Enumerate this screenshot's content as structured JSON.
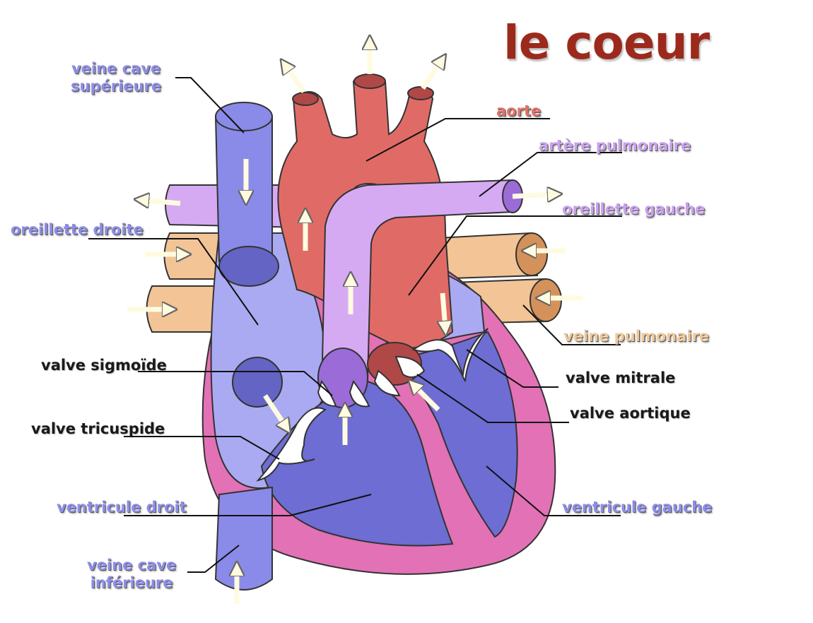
{
  "title": "le coeur",
  "labels": {
    "veine_cave_superieure": [
      "veine cave",
      "supérieure"
    ],
    "aorte": "aorte",
    "artere_pulmonaire": "artère pulmonaire",
    "oreillette_gauche": "oreillette gauche",
    "oreillette_droite": "oreillette droite",
    "veine_pulmonaire": "veine pulmonaire",
    "valve_sigmoide": "valve sigmoïde",
    "valve_mitrale": "valve mitrale",
    "valve_aortique": "valve aortique",
    "valve_tricuspide": "valve tricuspide",
    "ventricule_droit": "ventricule droit",
    "ventricule_gauche": "ventricule gauche",
    "veine_cave_inferieure": [
      "veine cave",
      "inférieure"
    ]
  },
  "colors": {
    "title": "#9c2a1c",
    "vena_cava": "#8a8ae8",
    "right_atrium": "#aaaaf2",
    "ventricle": "#6d6dd4",
    "myocardium": "#e371b6",
    "aorta": "#e06b66",
    "pulmonary_artery": "#d6aaf3",
    "pulmonary_veins": "#f2c496",
    "valve": "#ffffff",
    "arrow": "#fffbe0"
  }
}
